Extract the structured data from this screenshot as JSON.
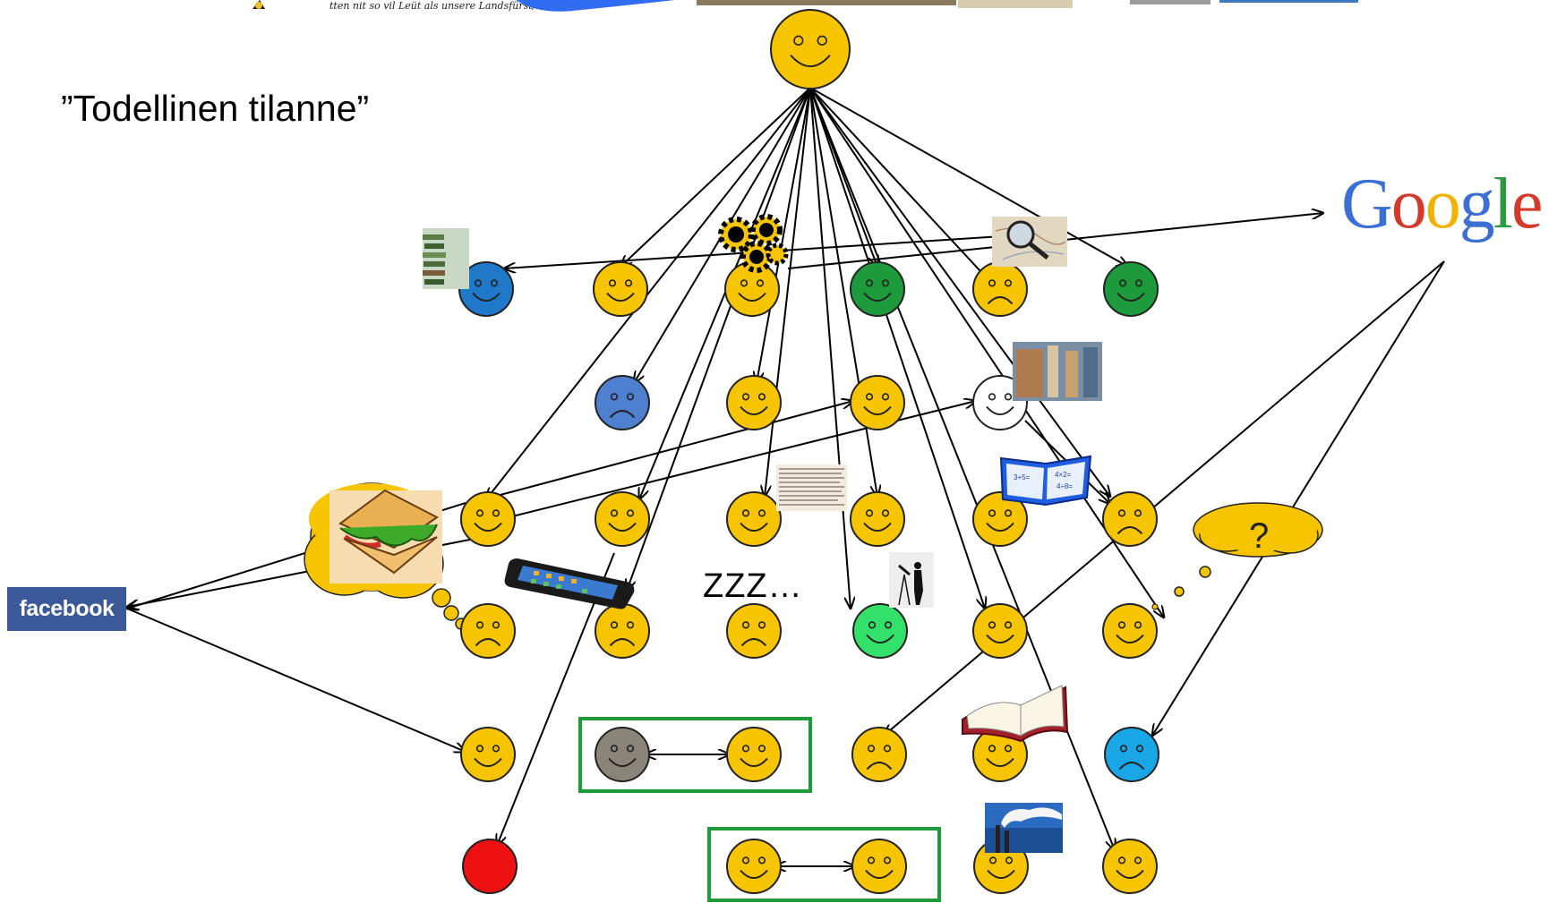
{
  "title": "”Todellinen tilanne”",
  "snore_text": "ZZZ…",
  "thought_question": "?",
  "facebook_logo": "facebook",
  "google_logo": [
    "G",
    "o",
    "o",
    "g",
    "l",
    "e"
  ],
  "top_strip_text": "tten nit so vil Leüt als unsere Landsfürst/ric",
  "colors": {
    "yellow": "#f7c500",
    "blue": "#1f78c8",
    "slate_blue": "#4f7fcf",
    "green": "#1c9a3c",
    "light_green": "#33e06a",
    "sky_blue": "#18a6e6",
    "gray": "#8b8478",
    "red": "#ee1111",
    "white": "#ffffff",
    "group_box": "#1e9a3a"
  },
  "faces": [
    {
      "id": "root",
      "mood": "smile",
      "color": "yellow"
    },
    {
      "id": "r1a",
      "mood": "smile",
      "color": "blue"
    },
    {
      "id": "r1b",
      "mood": "smile",
      "color": "yellow"
    },
    {
      "id": "r1c",
      "mood": "smile",
      "color": "yellow"
    },
    {
      "id": "r1d",
      "mood": "smile",
      "color": "green"
    },
    {
      "id": "r1e",
      "mood": "frown",
      "color": "yellow"
    },
    {
      "id": "r1f",
      "mood": "smile",
      "color": "green"
    },
    {
      "id": "r2a",
      "mood": "frown",
      "color": "slate_blue"
    },
    {
      "id": "r2b",
      "mood": "smile",
      "color": "yellow"
    },
    {
      "id": "r2c",
      "mood": "smile",
      "color": "yellow"
    },
    {
      "id": "r2d",
      "mood": "smile",
      "color": "white"
    },
    {
      "id": "r3a",
      "mood": "smile",
      "color": "yellow"
    },
    {
      "id": "r3b",
      "mood": "smile",
      "color": "yellow"
    },
    {
      "id": "r3c",
      "mood": "smile",
      "color": "yellow"
    },
    {
      "id": "r3d",
      "mood": "smile",
      "color": "yellow"
    },
    {
      "id": "r3e",
      "mood": "smile",
      "color": "yellow"
    },
    {
      "id": "r3f",
      "mood": "frown",
      "color": "yellow"
    },
    {
      "id": "r4a",
      "mood": "frown",
      "color": "yellow"
    },
    {
      "id": "r4b",
      "mood": "frown",
      "color": "yellow"
    },
    {
      "id": "r4c",
      "mood": "frown",
      "color": "yellow"
    },
    {
      "id": "r4d",
      "mood": "smile",
      "color": "light_green"
    },
    {
      "id": "r4e",
      "mood": "smile",
      "color": "yellow"
    },
    {
      "id": "r4f",
      "mood": "smile",
      "color": "yellow"
    },
    {
      "id": "r5a",
      "mood": "smile",
      "color": "yellow"
    },
    {
      "id": "r5b",
      "mood": "smile",
      "color": "gray"
    },
    {
      "id": "r5c",
      "mood": "smile",
      "color": "yellow"
    },
    {
      "id": "r5d",
      "mood": "frown",
      "color": "yellow"
    },
    {
      "id": "r5e",
      "mood": "smile",
      "color": "yellow"
    },
    {
      "id": "r5f",
      "mood": "frown",
      "color": "sky_blue"
    },
    {
      "id": "r6a",
      "mood": "none",
      "color": "red"
    },
    {
      "id": "r6b",
      "mood": "smile",
      "color": "yellow"
    },
    {
      "id": "r6c",
      "mood": "smile",
      "color": "yellow"
    },
    {
      "id": "r6d",
      "mood": "smile",
      "color": "yellow"
    },
    {
      "id": "r6e",
      "mood": "smile",
      "color": "yellow"
    }
  ],
  "icons": [
    {
      "id": "books",
      "name": "books-photo-icon"
    },
    {
      "id": "gears",
      "name": "money-gears-icon"
    },
    {
      "id": "magnifier",
      "name": "magnifier-map-icon"
    },
    {
      "id": "lab",
      "name": "laboratory-photo-icon"
    },
    {
      "id": "mathbook",
      "name": "math-book-icon"
    },
    {
      "id": "sandwich",
      "name": "sandwich-thought-icon"
    },
    {
      "id": "phone",
      "name": "smartphone-icon"
    },
    {
      "id": "manuscript",
      "name": "old-manuscript-icon"
    },
    {
      "id": "surveyor",
      "name": "surveyor-silhouette-icon"
    },
    {
      "id": "openbook",
      "name": "open-book-icon"
    },
    {
      "id": "factory",
      "name": "factory-smoke-icon"
    },
    {
      "id": "cloud",
      "name": "question-thought-cloud-icon"
    }
  ]
}
